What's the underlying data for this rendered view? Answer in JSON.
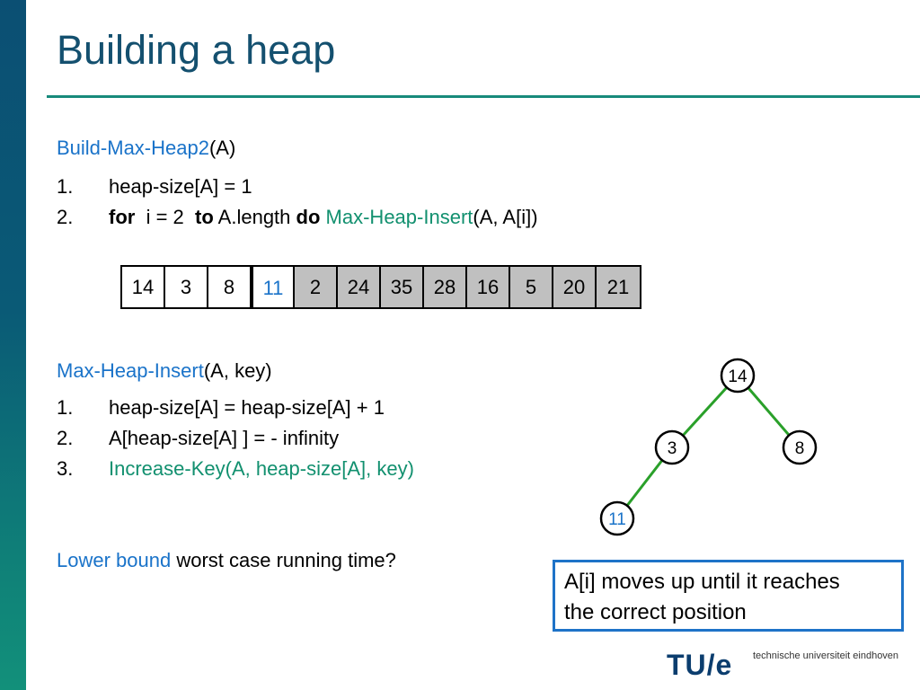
{
  "slide": {
    "title": "Building a heap"
  },
  "build_heap": {
    "name": "Build-Max-Heap2",
    "args": "(A)",
    "steps": [
      {
        "num": "1.",
        "text": "heap-size[A] = 1"
      },
      {
        "num": "2.",
        "kw_for": "for",
        "var": "i = 2",
        "kw_to": "to",
        "limit": "A.length",
        "kw_do": "do",
        "call": "Max-Heap-Insert",
        "call_args": "(A, A[i])"
      }
    ]
  },
  "array": {
    "cells": [
      {
        "value": "14",
        "state": "heap"
      },
      {
        "value": "3",
        "state": "heap"
      },
      {
        "value": "8",
        "state": "heap"
      },
      {
        "value": "11",
        "state": "current"
      },
      {
        "value": "2",
        "state": "pending"
      },
      {
        "value": "24",
        "state": "pending"
      },
      {
        "value": "35",
        "state": "pending"
      },
      {
        "value": "28",
        "state": "pending"
      },
      {
        "value": "16",
        "state": "pending"
      },
      {
        "value": "5",
        "state": "pending"
      },
      {
        "value": "20",
        "state": "pending"
      },
      {
        "value": "21",
        "state": "pending"
      }
    ]
  },
  "insert": {
    "name": "Max-Heap-Insert",
    "args": "(A, key)",
    "steps": [
      {
        "num": "1.",
        "text": "heap-size[A] = heap-size[A]  + 1"
      },
      {
        "num": "2.",
        "text": "A[heap-size[A] ] = - infinity"
      },
      {
        "num": "3.",
        "text": "Increase-Key(A, heap-size[A], key)"
      }
    ]
  },
  "question": {
    "highlight": "Lower bound",
    "rest": " worst case running time?"
  },
  "tree": {
    "nodes": [
      {
        "id": "root",
        "label": "14"
      },
      {
        "id": "left",
        "label": "3"
      },
      {
        "id": "right",
        "label": "8"
      },
      {
        "id": "left-left",
        "label": "11"
      }
    ]
  },
  "callout": {
    "line1": "A[i] moves up until it reaches",
    "line2": "the correct position"
  },
  "footer": {
    "logo": "TU/e",
    "university": "technische universiteit eindhoven"
  },
  "colors": {
    "title": "#14506f",
    "accent_blue": "#1a73c9",
    "accent_green": "#12906f",
    "tree_edge": "#2aa02a",
    "sorted_cell": "#c0c0c0"
  }
}
